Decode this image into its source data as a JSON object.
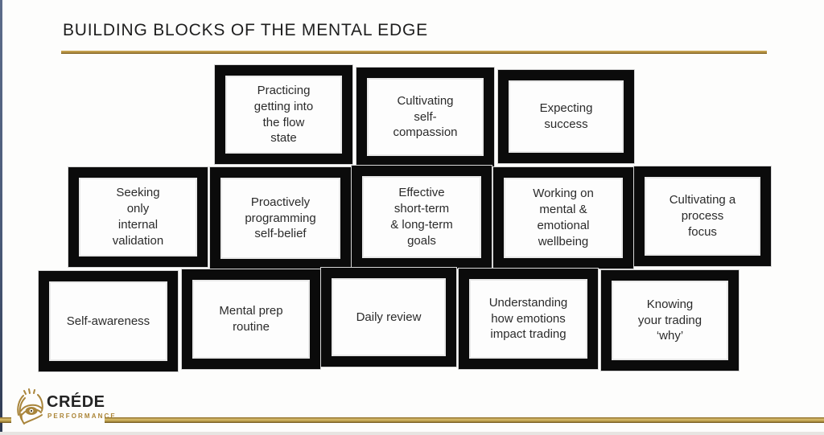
{
  "slide": {
    "title": "BUILDING BLOCKS OF THE MENTAL EDGE",
    "rows": [
      {
        "name": "top",
        "blocks": [
          {
            "label": "Practicing\ngetting into\nthe flow\nstate"
          },
          {
            "label": "Cultivating\nself-\ncompassion"
          },
          {
            "label": "Expecting\nsuccess"
          }
        ]
      },
      {
        "name": "middle",
        "blocks": [
          {
            "label": "Seeking\nonly\ninternal\nvalidation"
          },
          {
            "label": "Proactively\nprogramming\nself-belief"
          },
          {
            "label": "Effective\nshort-term\n& long-term\ngoals"
          },
          {
            "label": "Working on\nmental &\nemotional\nwellbeing"
          },
          {
            "label": "Cultivating a\nprocess\nfocus"
          }
        ]
      },
      {
        "name": "bottom",
        "blocks": [
          {
            "label": "Self-awareness"
          },
          {
            "label": "Mental prep\nroutine"
          },
          {
            "label": "Daily review"
          },
          {
            "label": "Understanding\nhow emotions\nimpact trading"
          },
          {
            "label": "Knowing\nyour trading\n‘why’"
          }
        ]
      }
    ]
  },
  "footer": {
    "brand_name": "CRÉDE",
    "brand_subtitle": "PERFORMANCE"
  },
  "colors": {
    "accent_gold": "#ab8435",
    "accent_gold_dark": "#6b531e",
    "block_border": "#0b0b0b",
    "title_text": "#1e1e1e",
    "block_text": "#2b2b2b",
    "left_strip_blue": "#4a5a78"
  }
}
